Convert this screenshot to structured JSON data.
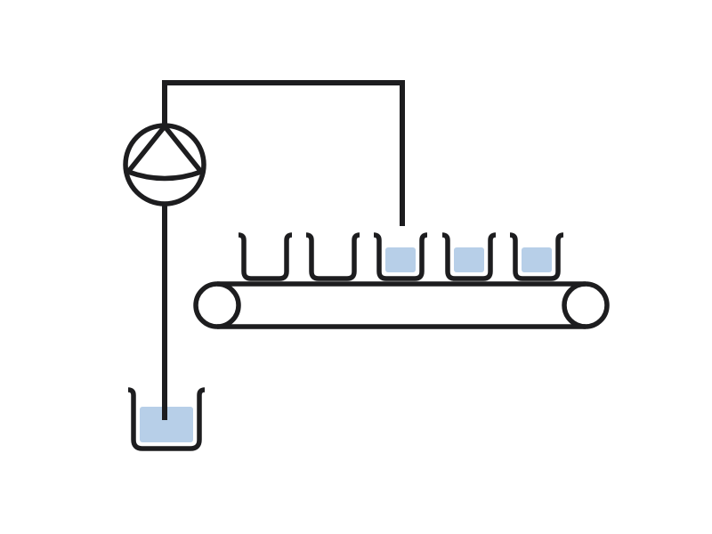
{
  "diagram": {
    "colors": {
      "line": "#1d1d1f",
      "liquid": "#b7cfe8",
      "background": "#ffffff"
    },
    "components": [
      "pump-icon",
      "source-beaker",
      "conveyor-belt",
      "cups"
    ],
    "cups": [
      {
        "filled": false
      },
      {
        "filled": false
      },
      {
        "filled": true
      },
      {
        "filled": true
      },
      {
        "filled": true
      }
    ]
  }
}
